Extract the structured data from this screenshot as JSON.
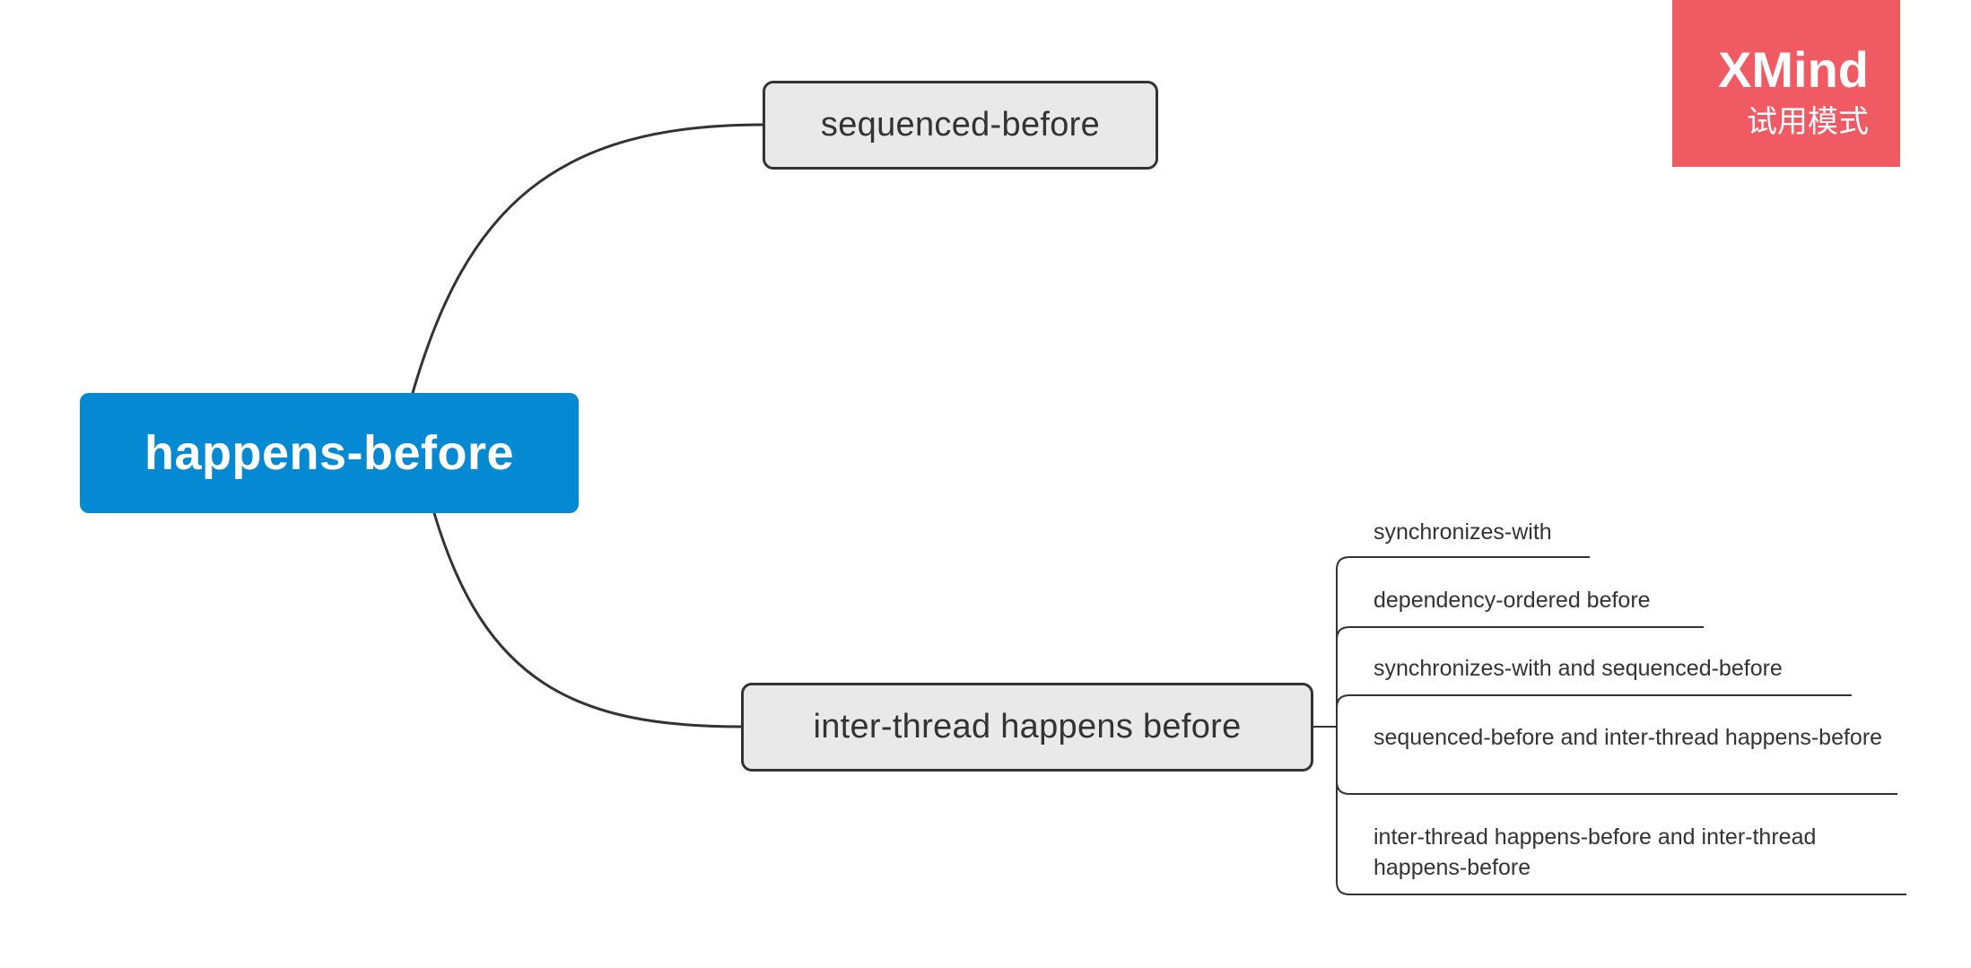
{
  "watermark": {
    "title": "XMind",
    "subtitle": "试用模式"
  },
  "colors": {
    "central_bg": "#0689d3",
    "topic_bg": "#e9e9e9",
    "line": "#333333",
    "text": "#333333",
    "badge_bg": "#f05a63"
  },
  "map": {
    "central": {
      "label": "happens-before"
    },
    "topics": [
      {
        "label": "sequenced-before"
      },
      {
        "label": "inter-thread happens before",
        "children": [
          {
            "label": "synchronizes-with"
          },
          {
            "label": "dependency-ordered before"
          },
          {
            "label": "synchronizes-with and sequenced-before"
          },
          {
            "label": "sequenced-before and inter-thread happens-before"
          },
          {
            "label": "inter-thread happens-before and inter-thread happens-before"
          }
        ]
      }
    ]
  }
}
